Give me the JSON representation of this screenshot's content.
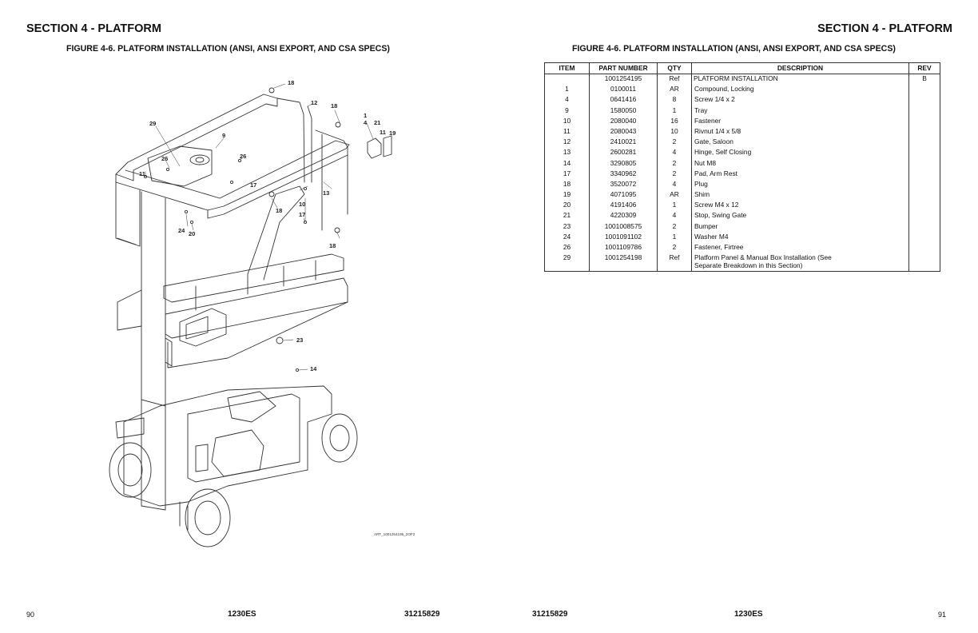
{
  "header": {
    "left_section": "SECTION 4 - PLATFORM",
    "right_section": "SECTION 4 - PLATFORM",
    "left_figure_title": "FIGURE 4-6. PLATFORM INSTALLATION (ANSI, ANSI EXPORT, AND CSA SPECS)",
    "right_figure_title": "FIGURE 4-6. PLATFORM INSTALLATION (ANSI, ANSI EXPORT, AND CSA SPECS)"
  },
  "drawing": {
    "callouts": [
      "18",
      "12",
      "18",
      "29",
      "9",
      "26",
      "26",
      "1",
      "4",
      "21",
      "11",
      "19",
      "11",
      "17",
      "10",
      "13",
      "18",
      "17",
      "24",
      "20",
      "18",
      "23",
      "14"
    ],
    "art_id": "ART_1001254195_2OF2"
  },
  "table": {
    "headers": [
      "ITEM",
      "PART NUMBER",
      "QTY",
      "DESCRIPTION",
      "REV"
    ],
    "rows": [
      [
        "",
        "1001254195",
        "Ref",
        "PLATFORM INSTALLATION",
        "B"
      ],
      [
        "1",
        "0100011",
        "AR",
        "Compound, Locking",
        ""
      ],
      [
        "4",
        "0641416",
        "8",
        "Screw 1/4 x 2",
        ""
      ],
      [
        "9",
        "1580050",
        "1",
        "Tray",
        ""
      ],
      [
        "10",
        "2080040",
        "16",
        "Fastener",
        ""
      ],
      [
        "11",
        "2080043",
        "10",
        "Rivnut 1/4 x 5/8",
        ""
      ],
      [
        "12",
        "2410021",
        "2",
        "Gate, Saloon",
        ""
      ],
      [
        "13",
        "2600281",
        "4",
        "Hinge, Self Closing",
        ""
      ],
      [
        "14",
        "3290805",
        "2",
        "Nut M8",
        ""
      ],
      [
        "17",
        "3340962",
        "2",
        "Pad, Arm Rest",
        ""
      ],
      [
        "18",
        "3520072",
        "4",
        "Plug",
        ""
      ],
      [
        "19",
        "4071095",
        "AR",
        "Shim",
        ""
      ],
      [
        "20",
        "4191406",
        "1",
        "Screw M4 x 12",
        ""
      ],
      [
        "21",
        "4220309",
        "4",
        "Stop, Swing Gate",
        ""
      ],
      [
        "23",
        "1001008575",
        "2",
        "Bumper",
        ""
      ],
      [
        "24",
        "1001091102",
        "1",
        "Washer M4",
        ""
      ],
      [
        "26",
        "1001109786",
        "2",
        "Fastener, Firtree",
        ""
      ],
      [
        "29",
        "1001254198",
        "Ref",
        "Platform Panel & Manual Box Installation (See Separate Breakdown in this Section)",
        ""
      ]
    ]
  },
  "footer": {
    "left_page": "90",
    "left_model": "1230ES",
    "left_doc": "31215829",
    "right_doc": "31215829",
    "right_model": "1230ES",
    "right_page": "91"
  }
}
